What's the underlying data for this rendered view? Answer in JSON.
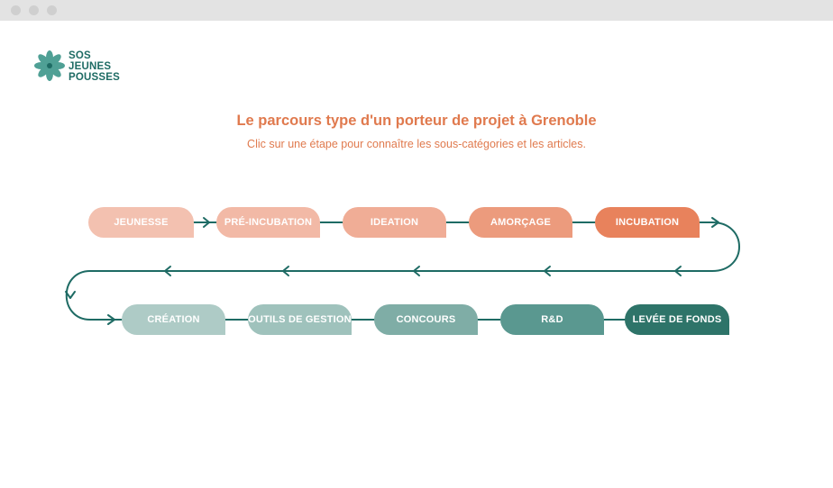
{
  "header": {
    "title": "Le parcours type d'un porteur de projet à Grenoble",
    "subtitle": "Clic sur une étape pour connaître les sous-catégories et les articles."
  },
  "logo": {
    "lines": [
      "SOS",
      "JEUNES",
      "POUSSES"
    ],
    "colors": {
      "text": "#1e6b64",
      "petal": "#3c968a"
    }
  },
  "steps": [
    {
      "label": "JEUNESSE",
      "color": "#f3c1b0"
    },
    {
      "label": "PRÉ-INCUBATION",
      "color": "#f2b9a6"
    },
    {
      "label": "IDEATION",
      "color": "#f0ad96"
    },
    {
      "label": "AMORÇAGE",
      "color": "#ec9b7d"
    },
    {
      "label": "INCUBATION",
      "color": "#e8825c"
    },
    {
      "label": "CRÉATION",
      "color": "#aecbc6"
    },
    {
      "label": "OUTILS DE GESTION",
      "color": "#9fc2bc"
    },
    {
      "label": "CONCOURS",
      "color": "#7fada6"
    },
    {
      "label": "R&D",
      "color": "#5a9890"
    },
    {
      "label": "LEVÉE DE FONDS",
      "color": "#2e7469"
    }
  ],
  "colors": {
    "connector": "#1e6b64"
  }
}
